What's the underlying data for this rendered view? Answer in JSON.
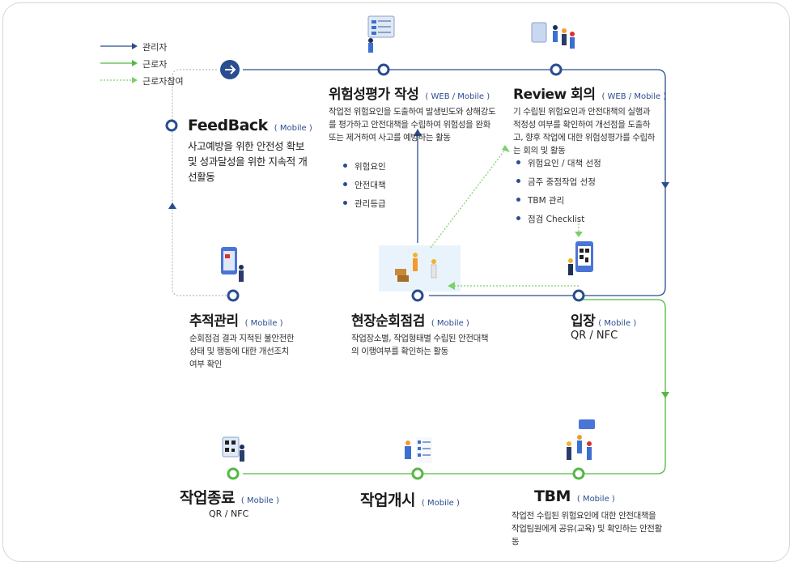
{
  "legend": [
    {
      "label": "관리자"
    },
    {
      "label": "근로자"
    },
    {
      "label": "근로자참여"
    }
  ],
  "colors": {
    "manager": "#2a4d8f",
    "worker": "#55b845",
    "participation": "#7ccf6a",
    "title": "#1a1a1a",
    "tag": "#2a4d8f"
  },
  "nodes": {
    "risk_assessment": {
      "title": "위험성평가 작성",
      "tag": "( WEB / Mobile )",
      "desc": "작업전 위험요인을 도출하여 발생빈도와 상해강도를 평가하고 안전대책을 수립하여 위험성을 완화 또는 제거하여 사고를 예방하는 활동",
      "bullets": [
        "위험요인",
        "안전대책",
        "관리등급"
      ]
    },
    "review": {
      "title": "Review 회의",
      "tag": "( WEB / Mobile )",
      "desc": "기 수립된 위험요인과 안전대책의 실행과 적정성 여부를 확인하여 개선점을 도출하고, 향후 작업에 대한 위험성평가를 수립하는 회의 및 활동",
      "bullets": [
        "위험요인 / 대책 선정",
        "금주 중점작업 선정",
        "TBM 관리",
        "점검 Checklist"
      ]
    },
    "feedback": {
      "title": "FeedBack",
      "tag": "( Mobile )",
      "desc": "사고예방을 위한 안전성 확보 및 성과달성을 위한 지속적 개선활동"
    },
    "tracking": {
      "title": "추적관리",
      "tag": "( Mobile )",
      "desc": "순회점검 결과 지적된 불안전한 상태 및 행동에 대한 개선조치 여부 확인"
    },
    "patrol": {
      "title": "현장순회점검",
      "tag": "( Mobile )",
      "desc": "작업장소별, 작업형태별 수립된 안전대책의 이행여부를 확인하는 활동"
    },
    "entry": {
      "title": "입장",
      "tag": "( Mobile )",
      "sub": "QR / NFC"
    },
    "work_end": {
      "title": "작업종료",
      "tag": "( Mobile )",
      "sub": "QR / NFC"
    },
    "work_start": {
      "title": "작업개시",
      "tag": "( Mobile )"
    },
    "tbm": {
      "title": "TBM",
      "tag": "( Mobile )",
      "desc": "작업전 수립된 위험요인에 대한 안전대책을 작업팀원에게 공유(교육) 및 확인하는 안전활동"
    }
  }
}
